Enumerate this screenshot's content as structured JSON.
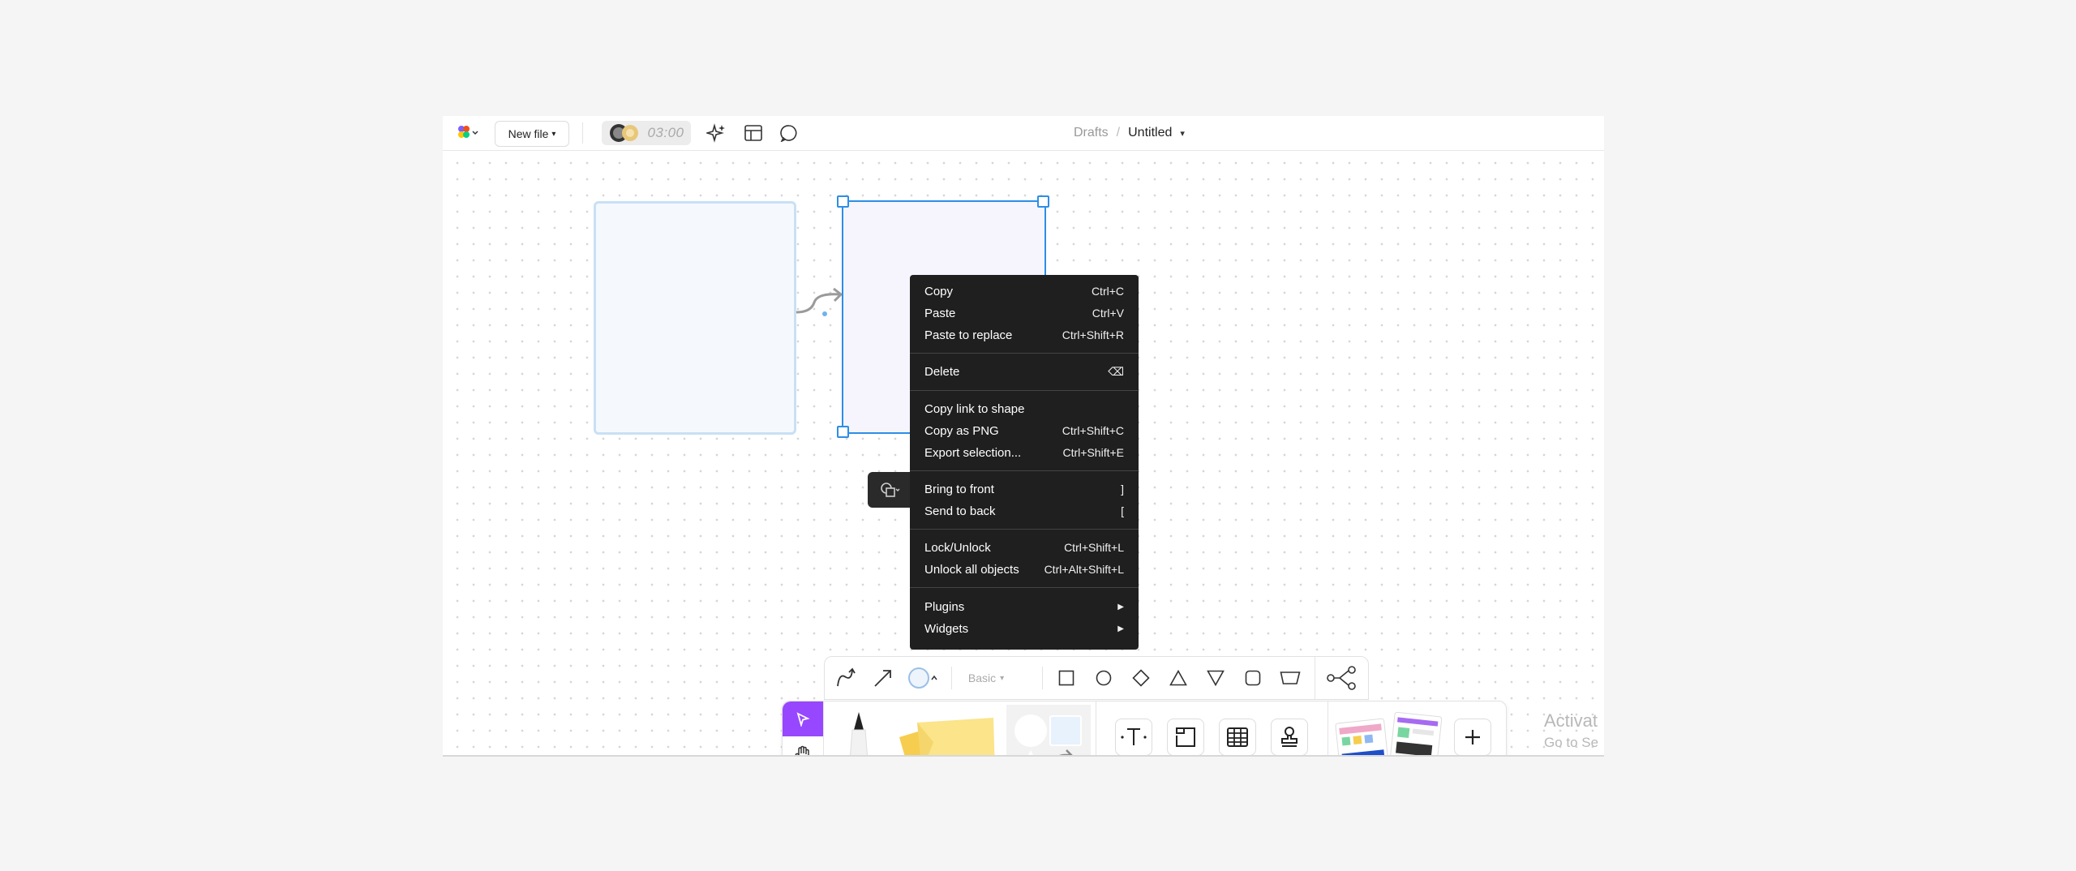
{
  "topbar": {
    "new_file_label": "New file",
    "timer": "03:00",
    "breadcrumb_parent": "Drafts",
    "breadcrumb_sep": "/",
    "file_name": "Untitled"
  },
  "context_menu": {
    "items": [
      {
        "label": "Copy",
        "shortcut": "Ctrl+C"
      },
      {
        "label": "Paste",
        "shortcut": "Ctrl+V"
      },
      {
        "label": "Paste to replace",
        "shortcut": "Ctrl+Shift+R"
      },
      {
        "label": "Delete",
        "shortcut": "⌫"
      },
      {
        "label": "Copy link to shape",
        "shortcut": ""
      },
      {
        "label": "Copy as PNG",
        "shortcut": "Ctrl+Shift+C"
      },
      {
        "label": "Export selection...",
        "shortcut": "Ctrl+Shift+E"
      },
      {
        "label": "Bring to front",
        "shortcut": "]"
      },
      {
        "label": "Send to back",
        "shortcut": "["
      },
      {
        "label": "Lock/Unlock",
        "shortcut": "Ctrl+Shift+L"
      },
      {
        "label": "Unlock all objects",
        "shortcut": "Ctrl+Alt+Shift+L"
      },
      {
        "label": "Plugins",
        "shortcut": "▶"
      },
      {
        "label": "Widgets",
        "shortcut": "▶"
      }
    ]
  },
  "shape_bar": {
    "style_label": "Basic"
  },
  "watermark": {
    "line1": "Activat",
    "line2": "Go to Se"
  },
  "colors": {
    "accent": "#2d8ee6",
    "select_tool": "#9747ff",
    "menu_bg": "#1f1f1f"
  },
  "icons": [
    "figjam-logo-icon",
    "sparkle-icon",
    "layout-icon",
    "comment-icon",
    "connector-icon",
    "arrow-icon",
    "circle-fill-icon",
    "rectangle-icon",
    "ellipse-icon",
    "diamond-icon",
    "triangle-icon",
    "inverted-triangle-icon",
    "rounded-rect-icon",
    "callout-icon",
    "diagram-icon",
    "select-icon",
    "hand-icon",
    "text-icon",
    "section-icon",
    "table-icon",
    "stamp-icon",
    "plus-icon"
  ]
}
